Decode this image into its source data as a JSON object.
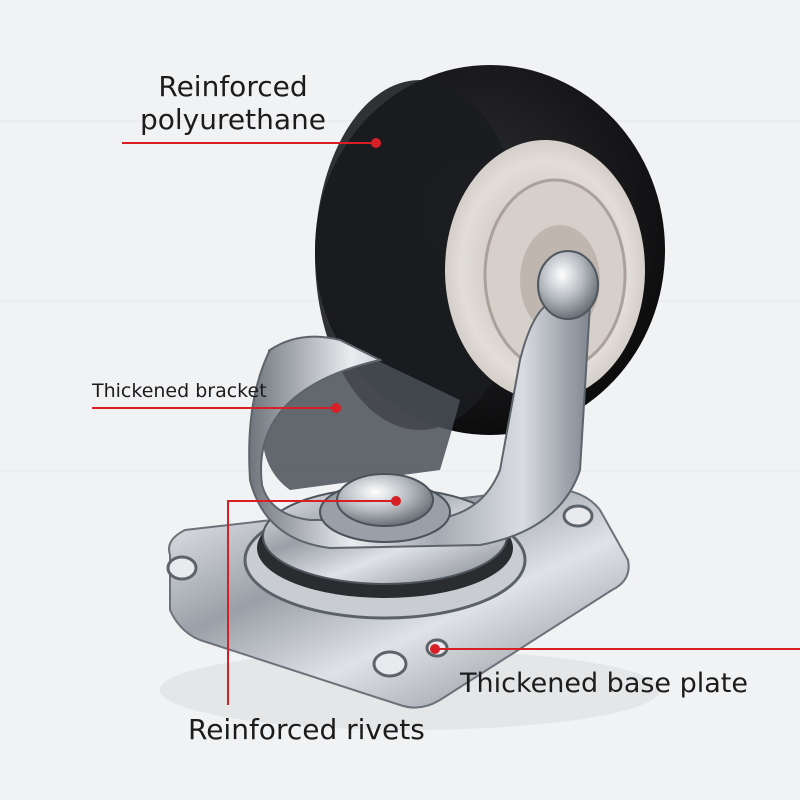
{
  "labels": {
    "polyurethane": [
      "Reinforced",
      "polyurethane"
    ],
    "bracket": "Thickened bracket",
    "base_plate": "Thickened base plate",
    "rivets": "Reinforced rivets"
  },
  "colors": {
    "callout": "#d71f26",
    "background": "#f1f2f4",
    "wheel": "#121214",
    "hub": "#dcd6d2",
    "metal": "#b9bcc1"
  }
}
